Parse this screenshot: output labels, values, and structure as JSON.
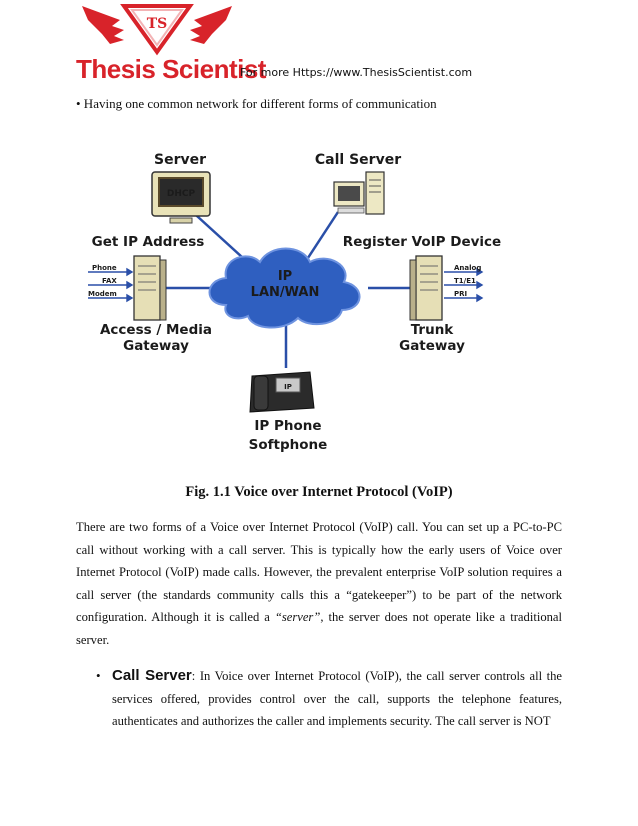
{
  "header": {
    "brand": "Thesis Scientist",
    "link_text": "For more Https://www.ThesisScientist.com",
    "logo_monogram": "TS"
  },
  "intro_line": "• Having one common network for different forms of communication",
  "diagram": {
    "server_title": "Server",
    "server_screen": "DHCP",
    "call_server_title": "Call Server",
    "get_ip_label": "Get IP Address",
    "register_label": "Register VoIP Device",
    "cloud_line1": "IP",
    "cloud_line2": "LAN/WAN",
    "access_line1": "Access / Media",
    "access_line2": "Gateway",
    "trunk_line1": "Trunk",
    "trunk_line2": "Gateway",
    "phone_screen": "IP",
    "phone_line1": "IP Phone",
    "phone_line2": "Softphone",
    "left_inputs": [
      "Phone",
      "FAX",
      "Modem"
    ],
    "right_outputs": [
      "Analog",
      "T1/E1",
      "PRI"
    ]
  },
  "caption": "Fig. 1.1 Voice over Internet Protocol (VoIP)",
  "paragraph": {
    "part1": "There are two forms of a Voice over Internet Protocol (VoIP) call. You can set up a PC-to-PC call without working with a call server. This is typically how the early users of Voice over Internet Protocol (VoIP) made calls.  However, the prevalent enterprise VoIP solution requires a call server (the standards community calls this a “gatekeeper”) to be part of the network configuration. Although it is called a ",
    "emph": "“server”",
    "part2": ", the server does not operate like a traditional server."
  },
  "bullet": {
    "symbol": "•",
    "term": "Call Server",
    "colon": ":",
    "text": " In Voice over Internet Protocol (VoIP), the call server controls all the services offered, provides control over the call, supports the telephone features, authenticates and authorizes the caller and implements security. The call server is NOT"
  },
  "colors": {
    "brand_red": "#d8232a",
    "link_blue": "#2a4fa8",
    "cloud_blue": "#2f5fc0"
  }
}
